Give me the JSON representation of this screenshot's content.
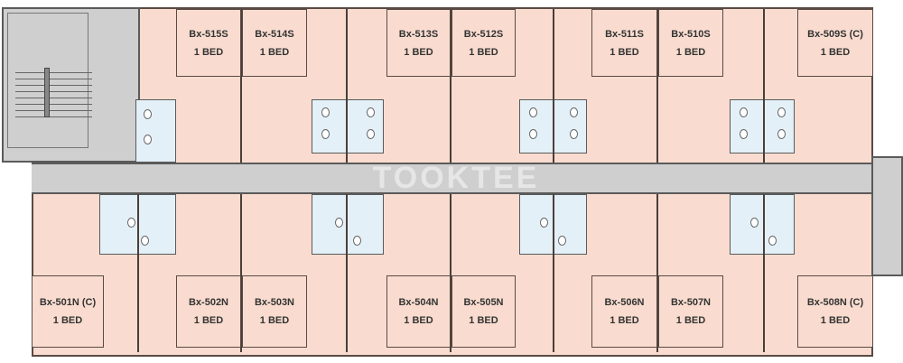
{
  "watermark": "TOOKTEE",
  "south_units": [
    {
      "id": "Bx-515S",
      "type": "1 BED"
    },
    {
      "id": "Bx-514S",
      "type": "1 BED"
    },
    {
      "id": "Bx-513S",
      "type": "1 BED"
    },
    {
      "id": "Bx-512S",
      "type": "1 BED"
    },
    {
      "id": "Bx-511S",
      "type": "1 BED"
    },
    {
      "id": "Bx-510S",
      "type": "1 BED"
    },
    {
      "id": "Bx-509S (C)",
      "type": "1 BED"
    }
  ],
  "north_units": [
    {
      "id": "Bx-501N (C)",
      "type": "1 BED"
    },
    {
      "id": "Bx-502N",
      "type": "1 BED"
    },
    {
      "id": "Bx-503N",
      "type": "1 BED"
    },
    {
      "id": "Bx-504N",
      "type": "1 BED"
    },
    {
      "id": "Bx-505N",
      "type": "1 BED"
    },
    {
      "id": "Bx-506N",
      "type": "1 BED"
    },
    {
      "id": "Bx-507N",
      "type": "1 BED"
    },
    {
      "id": "Bx-508N (C)",
      "type": "1 BED"
    }
  ]
}
